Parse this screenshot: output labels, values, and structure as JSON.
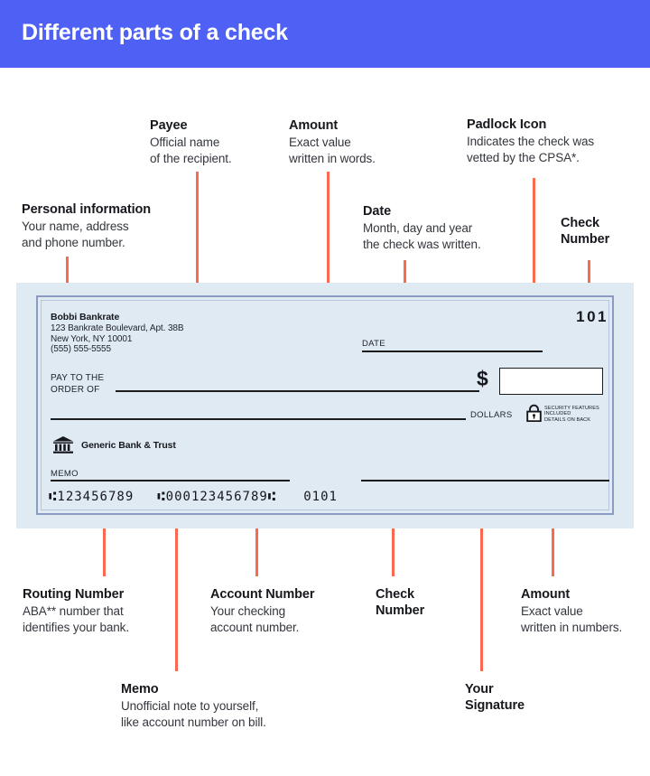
{
  "header": {
    "title": "Different parts of a check",
    "background_color": "#4f61f5",
    "text_color": "#ffffff"
  },
  "theme": {
    "accent_color": "#fb6a4f",
    "check_background": "#dfeaf2",
    "check_border": "#8c9bc4",
    "ink_color": "#16181d"
  },
  "callouts": [
    {
      "id": "personal-information",
      "title": "Personal information",
      "desc": "Your name, address\nand phone number."
    },
    {
      "id": "payee",
      "title": "Payee",
      "desc": "Official name\nof the recipient."
    },
    {
      "id": "amount-words",
      "title": "Amount",
      "desc": "Exact value\nwritten in words."
    },
    {
      "id": "padlock-icon",
      "title": "Padlock Icon",
      "desc": "Indicates the check was\nvetted by the CPSA*."
    },
    {
      "id": "date",
      "title": "Date",
      "desc": "Month, day and year\nthe check was written."
    },
    {
      "id": "check-number-top",
      "title": "Check\nNumber",
      "desc": ""
    },
    {
      "id": "routing-number",
      "title": "Routing Number",
      "desc": "ABA** number that\nidentifies your bank."
    },
    {
      "id": "account-number",
      "title": "Account Number",
      "desc": "Your checking\naccount number."
    },
    {
      "id": "check-number-bottom",
      "title": "Check\nNumber",
      "desc": ""
    },
    {
      "id": "amount-numbers",
      "title": "Amount",
      "desc": "Exact value\nwritten in numbers."
    },
    {
      "id": "memo",
      "title": "Memo",
      "desc": "Unofficial note to yourself,\nlike account number on bill."
    },
    {
      "id": "your-signature",
      "title": "Your\nSignature",
      "desc": ""
    }
  ],
  "check": {
    "payer_name": "Bobbi Bankrate",
    "payer_address": "123 Bankrate Boulevard, Apt. 38B\nNew York, NY 10001\n(555) 555-5555",
    "check_number": "101",
    "date_label": "DATE",
    "pay_to_label": "PAY TO THE\nORDER OF",
    "dollar_sign": "$",
    "amount_value": "",
    "dollars_label": "DOLLARS",
    "security_text": "SECURITY FEATURES\nINCLUDED\nDETAILS ON BACK",
    "bank_name": "Generic Bank & Trust",
    "memo_label": "MEMO",
    "micr": {
      "routing": "⑆123456789",
      "account": "⑆000123456789⑆",
      "check_number": "0101"
    }
  }
}
